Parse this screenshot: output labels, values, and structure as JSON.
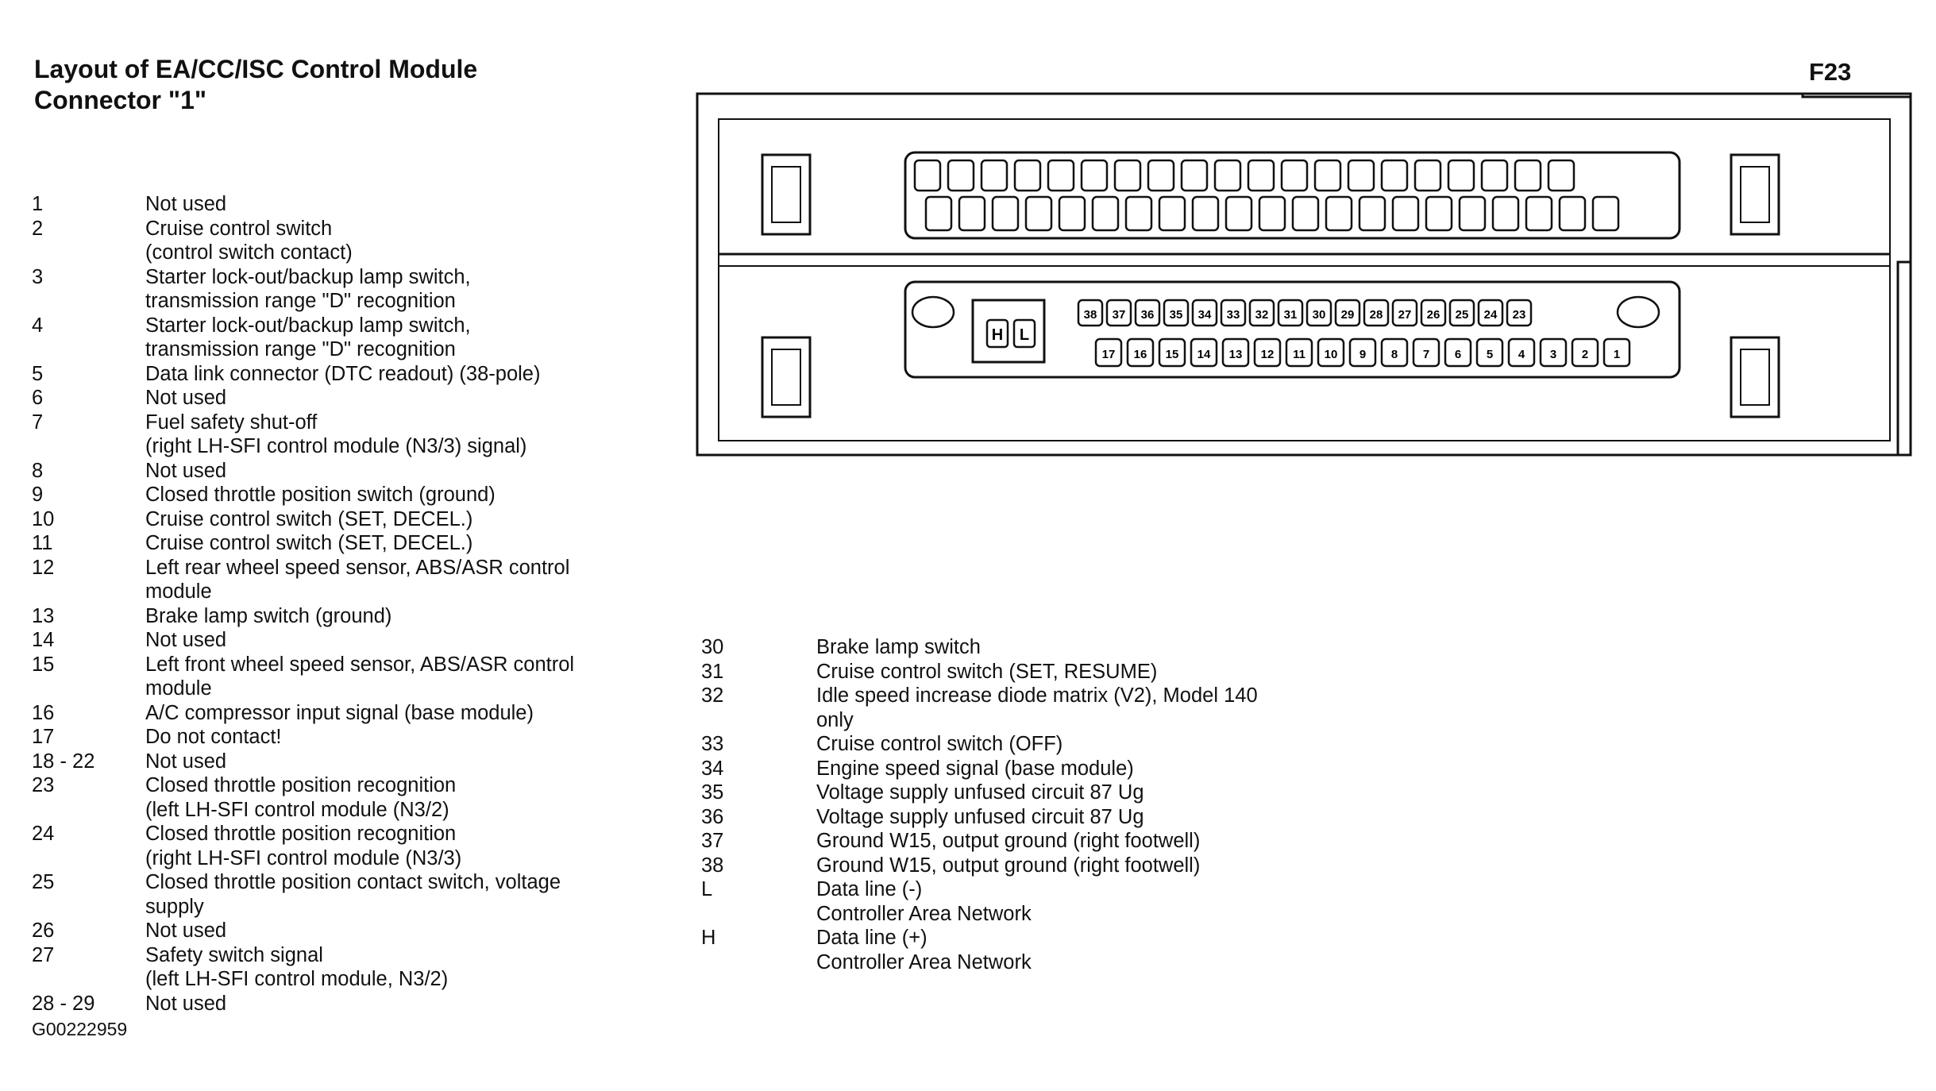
{
  "title": {
    "line1": "Layout of EA/CC/ISC Control Module",
    "line2": "Connector  \"1\""
  },
  "figure_code": "F23",
  "left_pins": [
    {
      "pin": "1",
      "lines": [
        "Not used"
      ]
    },
    {
      "pin": "2",
      "lines": [
        "Cruise control switch",
        "(control switch contact)"
      ]
    },
    {
      "pin": "3",
      "lines": [
        "Starter lock-out/backup lamp switch,",
        "transmission range  \"D\" recognition"
      ]
    },
    {
      "pin": "4",
      "lines": [
        "Starter lock-out/backup lamp switch,",
        "transmission range  \"D\" recognition"
      ]
    },
    {
      "pin": "5",
      "lines": [
        "Data link connector (DTC readout) (38-pole)"
      ]
    },
    {
      "pin": "6",
      "lines": [
        "Not used"
      ]
    },
    {
      "pin": "7",
      "lines": [
        "Fuel safety shut-off",
        "(right LH-SFI control module (N3/3) signal)"
      ]
    },
    {
      "pin": "8",
      "lines": [
        "Not used"
      ]
    },
    {
      "pin": "9",
      "lines": [
        "Closed throttle position switch (ground)"
      ]
    },
    {
      "pin": "10",
      "lines": [
        "Cruise control switch (SET, DECEL.)"
      ]
    },
    {
      "pin": "11",
      "lines": [
        "Cruise control switch (SET, DECEL.)"
      ]
    },
    {
      "pin": "12",
      "lines": [
        "Left rear wheel speed sensor, ABS/ASR control",
        "module"
      ]
    },
    {
      "pin": "13",
      "lines": [
        "Brake lamp switch (ground)"
      ]
    },
    {
      "pin": "14",
      "lines": [
        "Not used"
      ]
    },
    {
      "pin": "15",
      "lines": [
        "Left front wheel speed sensor, ABS/ASR control",
        "module"
      ]
    },
    {
      "pin": "16",
      "lines": [
        "A/C compressor input signal (base module)"
      ]
    },
    {
      "pin": "17",
      "lines": [
        "Do not contact!"
      ]
    },
    {
      "pin": "18 - 22",
      "lines": [
        "Not used"
      ]
    },
    {
      "pin": "23",
      "lines": [
        "Closed throttle position recognition",
        "(left LH-SFI control module (N3/2)"
      ]
    },
    {
      "pin": "24",
      "lines": [
        "Closed throttle position recognition",
        "(right LH-SFI control module (N3/3)"
      ]
    },
    {
      "pin": "25",
      "lines": [
        "Closed throttle position contact switch, voltage",
        "supply"
      ]
    },
    {
      "pin": "26",
      "lines": [
        "Not used"
      ]
    },
    {
      "pin": "27",
      "lines": [
        "Safety switch signal",
        "(left LH-SFI control module, N3/2)"
      ]
    },
    {
      "pin": "28 - 29",
      "lines": [
        "Not used"
      ]
    }
  ],
  "right_pins": [
    {
      "pin": "30",
      "lines": [
        "Brake lamp switch"
      ]
    },
    {
      "pin": "31",
      "lines": [
        "Cruise control switch (SET, RESUME)"
      ]
    },
    {
      "pin": "32",
      "lines": [
        "Idle speed increase diode matrix (V2), Model 140",
        "only"
      ]
    },
    {
      "pin": "33",
      "lines": [
        "Cruise control switch (OFF)"
      ]
    },
    {
      "pin": "34",
      "lines": [
        "Engine speed signal (base module)"
      ]
    },
    {
      "pin": "35",
      "lines": [
        "Voltage supply unfused circuit 87 Ug"
      ]
    },
    {
      "pin": "36",
      "lines": [
        "Voltage supply unfused circuit 87 Ug"
      ]
    },
    {
      "pin": "37",
      "lines": [
        "Ground W15, output ground (right footwell)"
      ]
    },
    {
      "pin": "38",
      "lines": [
        "Ground W15, output ground (right footwell)"
      ]
    },
    {
      "pin": "L",
      "lines": [
        "Data line (-)",
        "Controller Area Network"
      ]
    },
    {
      "pin": "H",
      "lines": [
        "Data line (+)",
        "Controller Area Network"
      ]
    }
  ],
  "connector": {
    "top_row_numbers": [
      "38",
      "37",
      "36",
      "35",
      "34",
      "33",
      "32",
      "31",
      "30",
      "29",
      "28",
      "27",
      "26",
      "25",
      "24",
      "23"
    ],
    "bottom_row_numbers": [
      "17",
      "16",
      "15",
      "14",
      "13",
      "12",
      "11",
      "10",
      "9",
      "8",
      "7",
      "6",
      "5",
      "4",
      "3",
      "2",
      "1"
    ],
    "can_labels": [
      "H",
      "L"
    ]
  },
  "footer_id": "G00222959"
}
